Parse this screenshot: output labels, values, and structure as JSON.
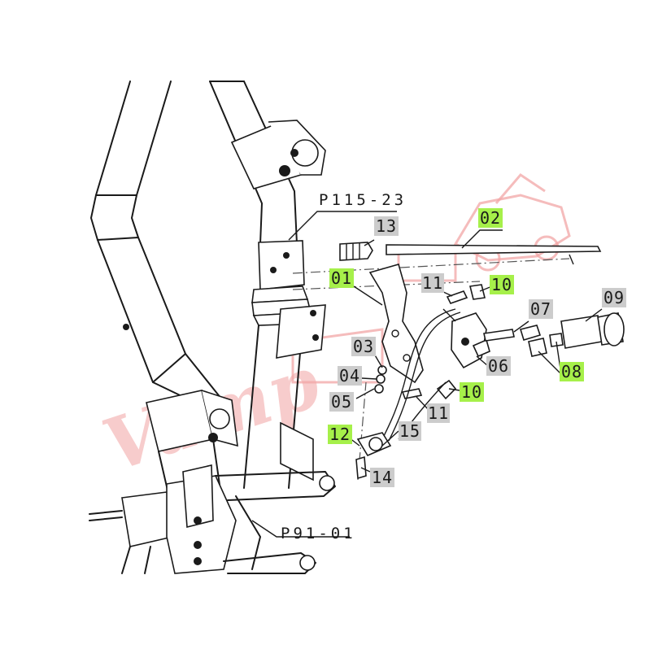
{
  "diagram": {
    "references": [
      {
        "id": "ref-p115",
        "text": "P115-23"
      },
      {
        "id": "ref-p91",
        "text": "P91-01"
      }
    ],
    "callouts": [
      {
        "id": "01",
        "text": "01",
        "highlight": true
      },
      {
        "id": "02",
        "text": "02",
        "highlight": true
      },
      {
        "id": "03",
        "text": "03",
        "highlight": false
      },
      {
        "id": "04",
        "text": "04",
        "highlight": false
      },
      {
        "id": "05",
        "text": "05",
        "highlight": false
      },
      {
        "id": "06",
        "text": "06",
        "highlight": false
      },
      {
        "id": "07",
        "text": "07",
        "highlight": false
      },
      {
        "id": "08",
        "text": "08",
        "highlight": true
      },
      {
        "id": "09",
        "text": "09",
        "highlight": false
      },
      {
        "id": "10a",
        "text": "10",
        "highlight": true
      },
      {
        "id": "10b",
        "text": "10",
        "highlight": true
      },
      {
        "id": "11a",
        "text": "11",
        "highlight": false
      },
      {
        "id": "11b",
        "text": "11",
        "highlight": false
      },
      {
        "id": "12",
        "text": "12",
        "highlight": true
      },
      {
        "id": "13",
        "text": "13",
        "highlight": false
      },
      {
        "id": "14",
        "text": "14",
        "highlight": false
      },
      {
        "id": "15",
        "text": "15",
        "highlight": false
      }
    ],
    "watermark": {
      "text": "Vamp"
    },
    "colors": {
      "highlight": "#a6f04a",
      "badge": "#cccccc",
      "line": "#1a1a1a",
      "watermark": "#f1a3a3"
    }
  }
}
